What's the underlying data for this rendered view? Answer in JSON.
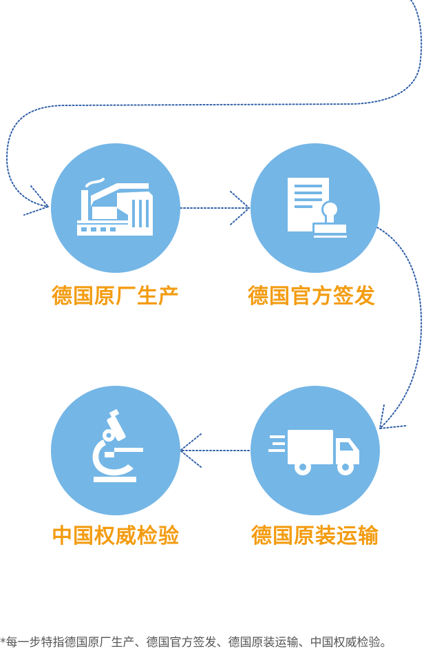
{
  "colors": {
    "circle": "#74b6e6",
    "label": "#f39c12",
    "line": "#2f5fa7",
    "icon": "#ffffff"
  },
  "steps": [
    {
      "label": "德国原厂生产",
      "icon": "factory-icon"
    },
    {
      "label": "德国官方签发",
      "icon": "certificate-stamp-icon"
    },
    {
      "label": "德国原装运输",
      "icon": "truck-icon"
    },
    {
      "label": "中国权威检验",
      "icon": "microscope-icon"
    }
  ],
  "footnote": "*每一步特指德国原厂生产、德国官方签发、德国原装运输、中国权威检验。"
}
